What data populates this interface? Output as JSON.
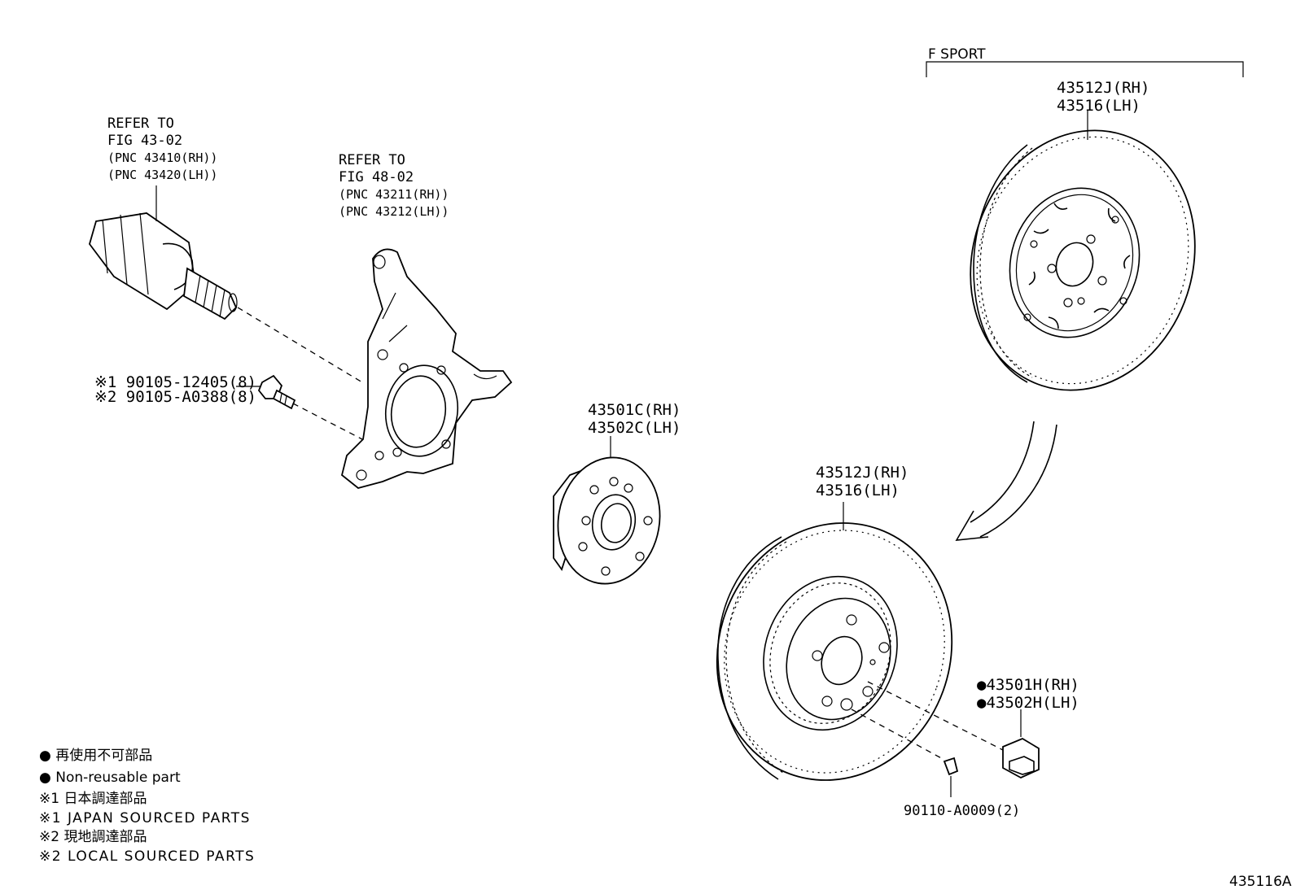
{
  "f_sport": {
    "label": "F SPORT"
  },
  "rotor_fsport": {
    "line1": "43512J(RH)",
    "line2": "43516(LH)"
  },
  "rotor_std": {
    "line1": "43512J(RH)",
    "line2": "43516(LH)"
  },
  "drive_shaft_ref": {
    "line1": "REFER TO",
    "line2": "FIG 43-02",
    "line3": "(PNC 43410(RH))",
    "line4": "(PNC 43420(LH))"
  },
  "knuckle_ref": {
    "line1": "REFER TO",
    "line2": "FIG 48-02",
    "line3": "(PNC 43211(RH))",
    "line4": "(PNC 43212(LH))"
  },
  "bolts": {
    "line1": "※1 90105-12405(8)",
    "line2": "※2 90105-A0388(8)"
  },
  "hub": {
    "line1": "43501C(RH)",
    "line2": "43502C(LH)"
  },
  "hub_nut": {
    "line1": "●43501H(RH)",
    "line2": "●43502H(LH)"
  },
  "screw": {
    "label": "90110-A0009(2)"
  },
  "legend": {
    "line1": "● 再使用不可部品",
    "line2": "● Non-reusable part",
    "line3": "※1 日本調達部品",
    "line4": "※1 JAPAN SOURCED PARTS",
    "line5": "※2 現地調達部品",
    "line6": "※2 LOCAL SOURCED PARTS"
  },
  "figure_id": "435116A"
}
